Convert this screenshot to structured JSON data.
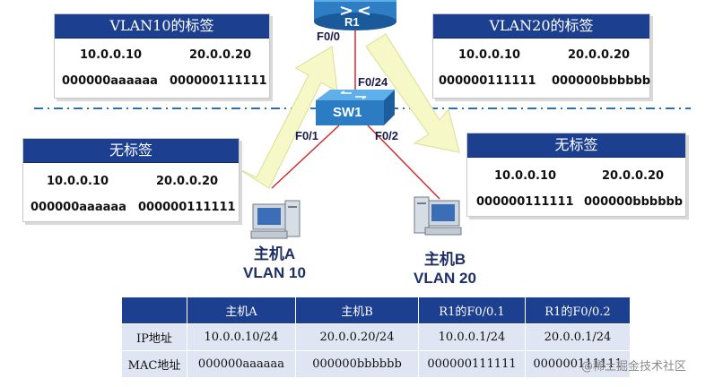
{
  "router": {
    "name": "R1",
    "port": "F0/0"
  },
  "switch": {
    "name": "SW1",
    "uplink_port": "F0/24",
    "port_a": "F0/1",
    "port_b": "F0/2"
  },
  "hosts": {
    "a": {
      "name": "主机A",
      "vlan": "VLAN 10"
    },
    "b": {
      "name": "主机B",
      "vlan": "VLAN 20"
    }
  },
  "boxes": {
    "vlan10": {
      "title": "VLAN10的标签",
      "ip1": "10.0.0.10",
      "ip2": "20.0.0.20",
      "mac1": "000000aaaaaa",
      "mac2": "000000111111"
    },
    "vlan20": {
      "title": "VLAN20的标签",
      "ip1": "10.0.0.10",
      "ip2": "20.0.0.20",
      "mac1": "000000111111",
      "mac2": "000000bbbbbb"
    },
    "untag_left": {
      "title": "无标签",
      "ip1": "10.0.0.10",
      "ip2": "20.0.0.20",
      "mac1": "000000aaaaaa",
      "mac2": "000000111111"
    },
    "untag_right": {
      "title": "无标签",
      "ip1": "10.0.0.10",
      "ip2": "20.0.0.20",
      "mac1": "000000111111",
      "mac2": "000000bbbbbb"
    }
  },
  "table": {
    "headers": [
      "",
      "主机A",
      "主机B",
      "R1的F0/0.1",
      "R1的F0/0.2"
    ],
    "rows": [
      {
        "label": "IP地址",
        "cells": [
          "10.0.0.10/24",
          "20.0.0.20/24",
          "10.0.0.1/24",
          "20.0.0.1/24"
        ]
      },
      {
        "label": "MAC地址",
        "cells": [
          "000000aaaaaa",
          "000000bbbbbb",
          "000000111111",
          "000000111111"
        ]
      }
    ]
  },
  "watermark": "@稀土掘金技术社区",
  "colors": {
    "header_blue": "#1c3f8f",
    "link_red": "#d42a2a",
    "arrow_yellow": "#f4f7c0",
    "divider": "#2d6fb0"
  }
}
